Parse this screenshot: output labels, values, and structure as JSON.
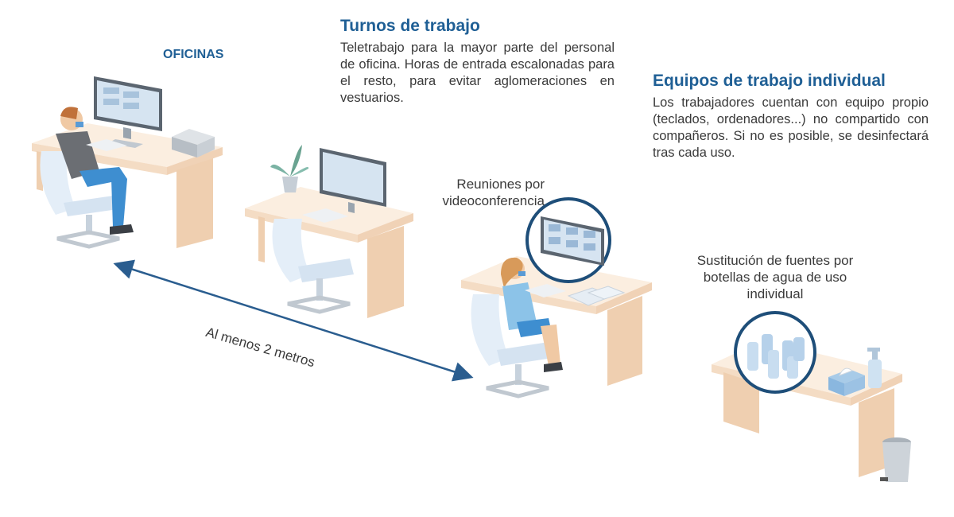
{
  "section_label": "OFICINAS",
  "blocks": {
    "shifts": {
      "title": "Turnos de trabajo",
      "body": "Teletrabajo para la mayor parte del personal de oficina. Horas de entrada escalonadas para el resto, para evitar aglomeraciones en vestuarios."
    },
    "equipment": {
      "title": "Equipos de trabajo individual",
      "body": "Los trabajadores cuentan con equipo propio (teclados, ordenadores...) no compartido con compañeros. Si no es posible, se desinfectará tras cada uso."
    }
  },
  "callouts": {
    "video": "Reuniones por videoconferencia",
    "water": "Sustitución de fuentes por botellas de agua de uso individual",
    "distance": "Al menos 2 metros"
  },
  "colors": {
    "accent_blue": "#1f5f95",
    "arrow_blue": "#2a5d8f",
    "desk_top": "#fbeee0",
    "desk_leg": "#efcfb0",
    "chair": "#e4eef8",
    "monitor": "#c9d3dd"
  }
}
